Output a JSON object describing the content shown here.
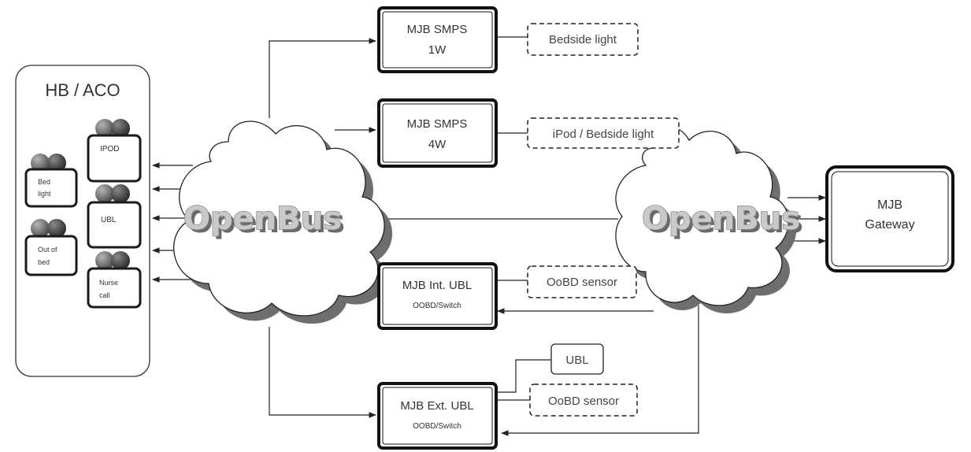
{
  "panel": {
    "title": "HB / ACO",
    "devices": {
      "ipod": "IPOD",
      "bed_light_1": "Bed",
      "bed_light_2": "light",
      "ubl": "UBL",
      "out_of_bed_1": "Out of",
      "out_of_bed_2": "bed",
      "nurse_call_1": "Nurse",
      "nurse_call_2": "call"
    }
  },
  "clouds": {
    "left": "OpenBus",
    "right": "OpenBus"
  },
  "modules": {
    "smps_1w_l1": "MJB SMPS",
    "smps_1w_l2": "1W",
    "smps_4w_l1": "MJB SMPS",
    "smps_4w_l2": "4W",
    "int_ubl_l1": "MJB Int. UBL",
    "int_ubl_l2": "OOBD/Switch",
    "ext_ubl_l1": "MJB Ext. UBL",
    "ext_ubl_l2": "OOBD/Switch",
    "gateway_l1": "MJB",
    "gateway_l2": "Gateway"
  },
  "peripherals": {
    "bedside_light": "Bedside light",
    "ipod_bedside_light": "iPod / Bedside light",
    "oobd_sensor_int": "OoBD sensor",
    "ubl": "UBL",
    "oobd_sensor_ext": "OoBD sensor"
  }
}
